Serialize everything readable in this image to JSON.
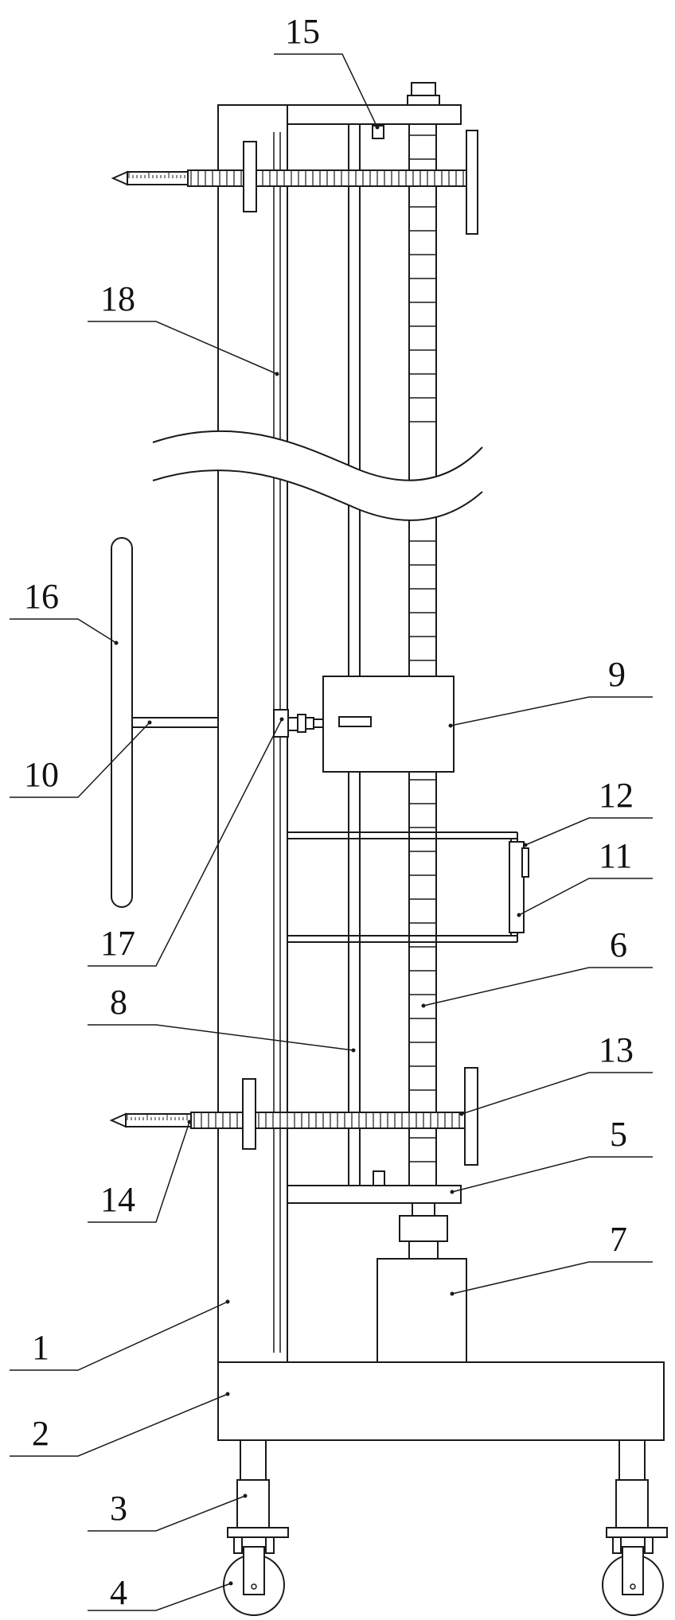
{
  "diagram": {
    "labels": [
      {
        "id": "1",
        "text": "1"
      },
      {
        "id": "2",
        "text": "2"
      },
      {
        "id": "3",
        "text": "3"
      },
      {
        "id": "4",
        "text": "4"
      },
      {
        "id": "5",
        "text": "5"
      },
      {
        "id": "6",
        "text": "6"
      },
      {
        "id": "7",
        "text": "7"
      },
      {
        "id": "8",
        "text": "8"
      },
      {
        "id": "9",
        "text": "9"
      },
      {
        "id": "10",
        "text": "10"
      },
      {
        "id": "11",
        "text": "11"
      },
      {
        "id": "12",
        "text": "12"
      },
      {
        "id": "13",
        "text": "13"
      },
      {
        "id": "14",
        "text": "14"
      },
      {
        "id": "15",
        "text": "15"
      },
      {
        "id": "16",
        "text": "16"
      },
      {
        "id": "17",
        "text": "17"
      },
      {
        "id": "18",
        "text": "18"
      }
    ]
  }
}
